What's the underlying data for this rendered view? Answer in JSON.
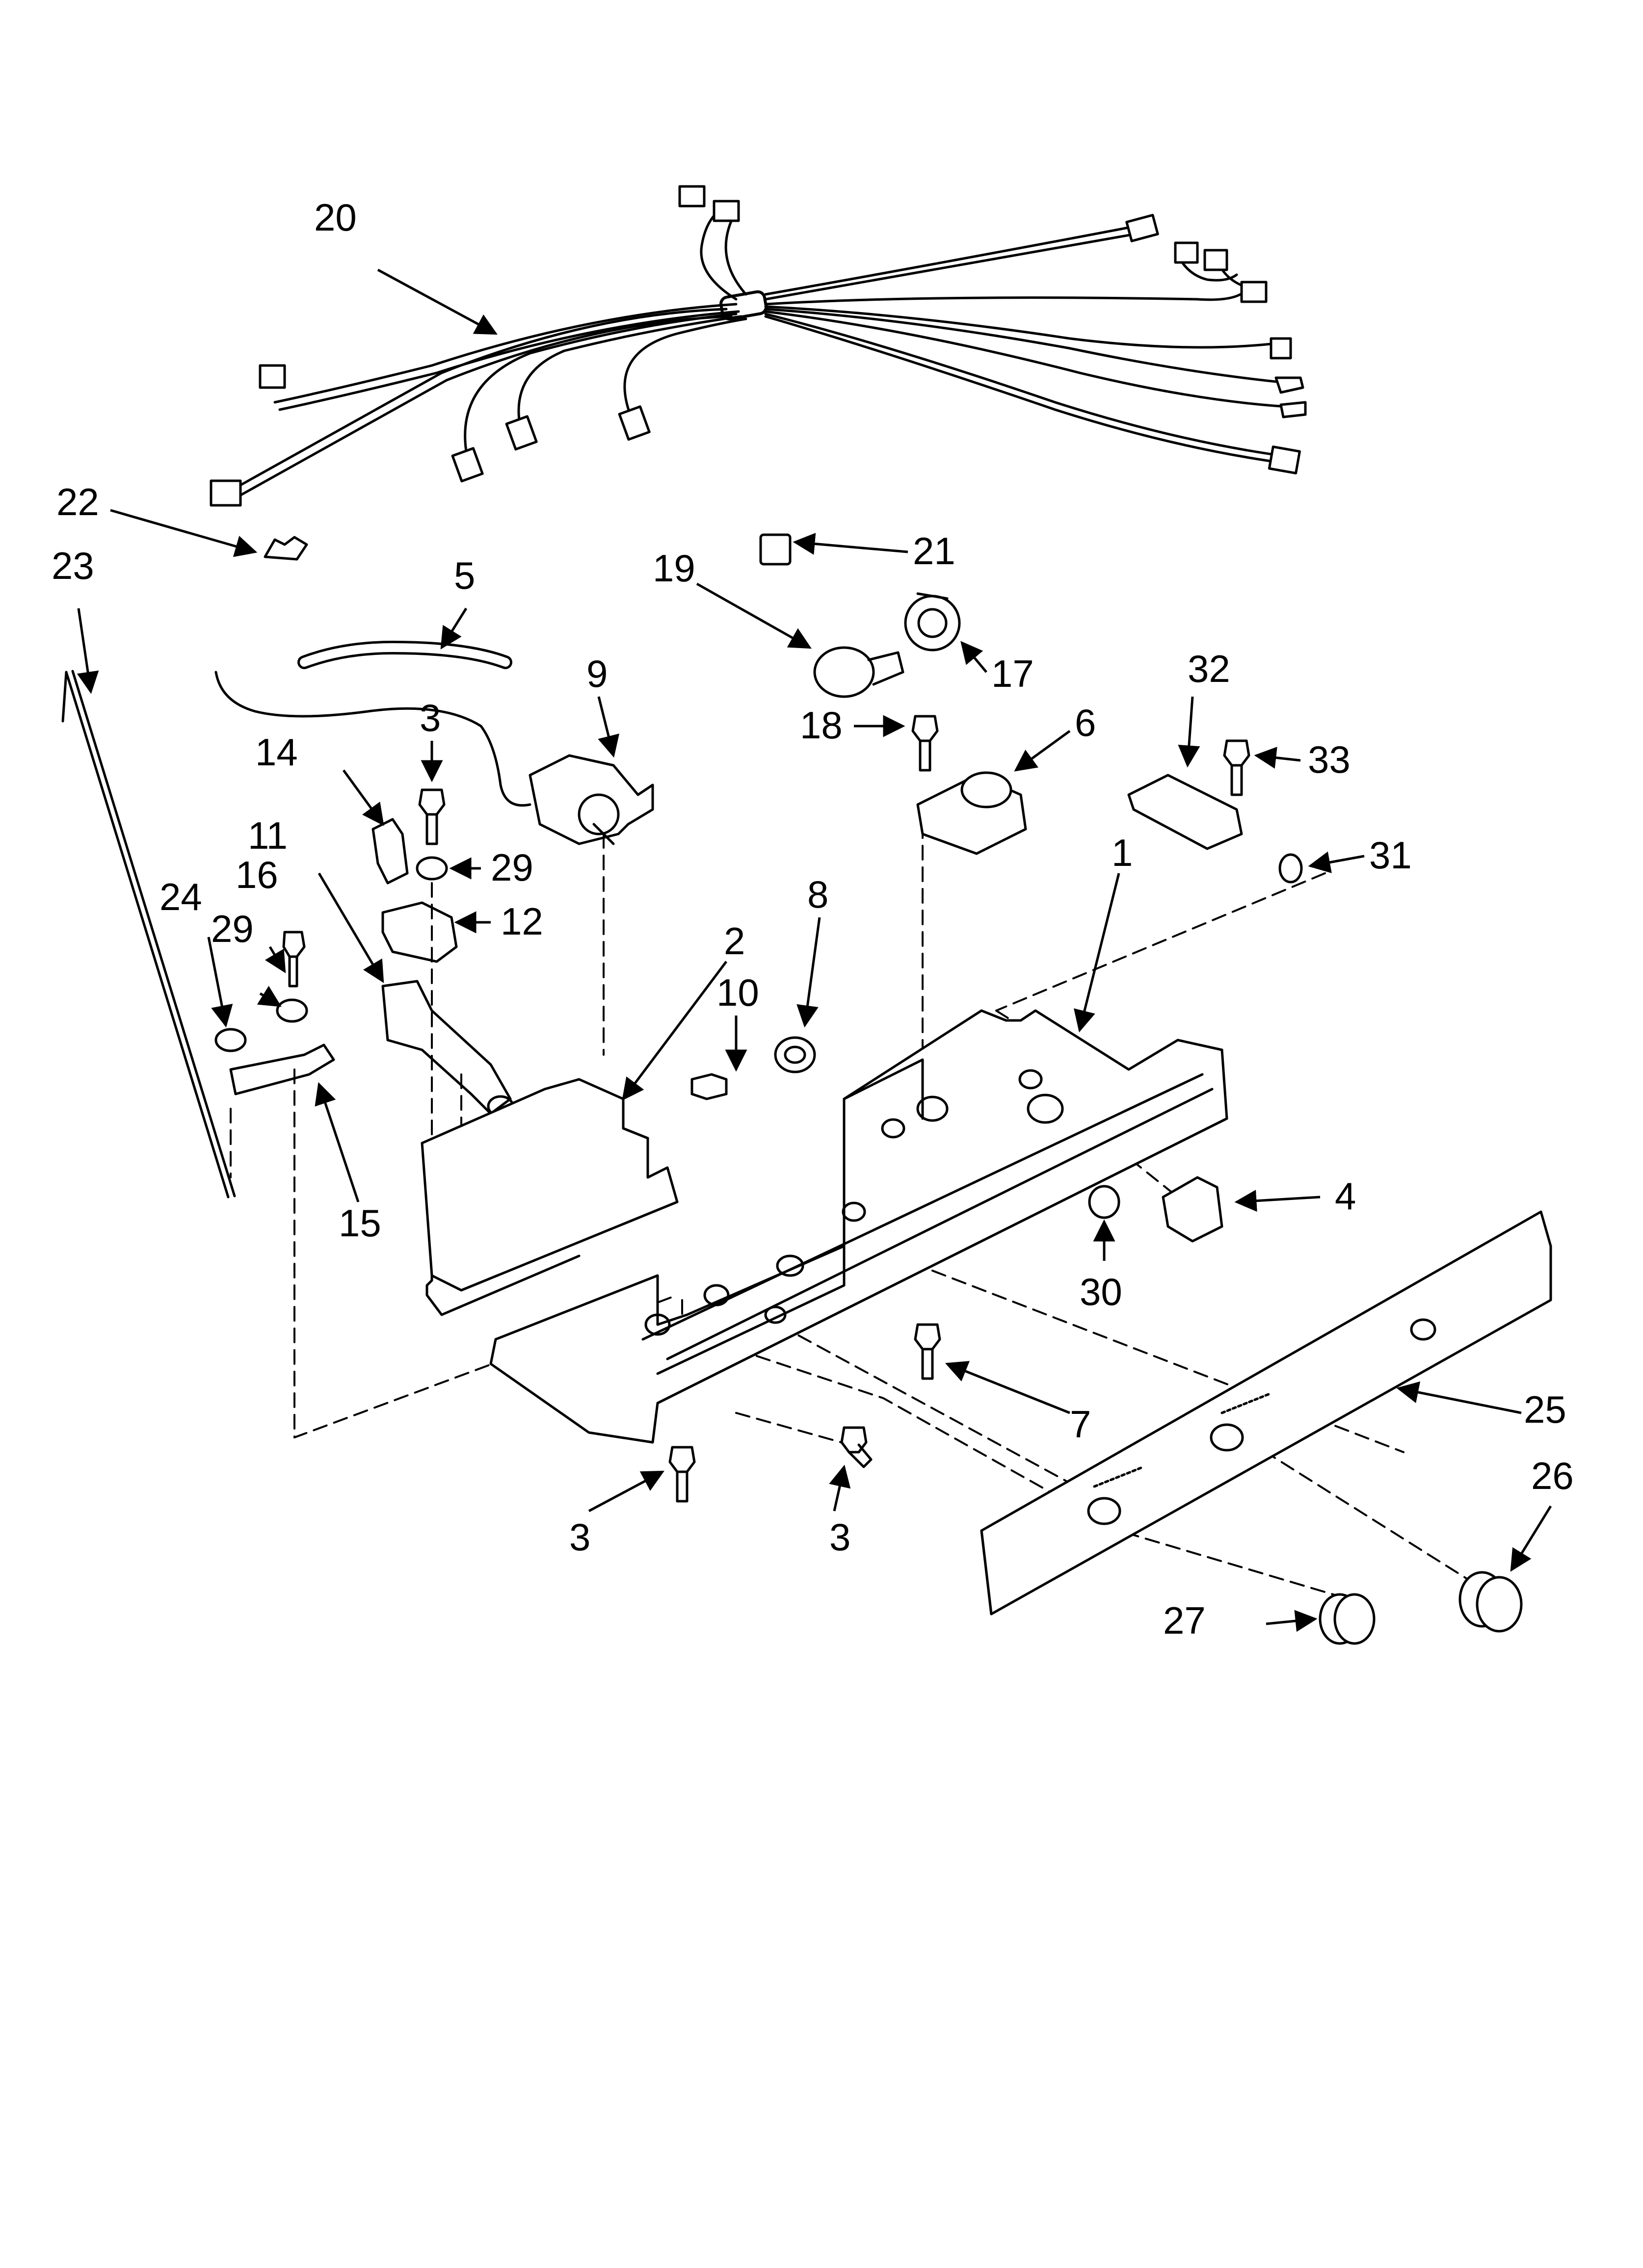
{
  "colors": {
    "line": "#000000",
    "background": "#ffffff",
    "light_fill": "#e6e6e6"
  },
  "callouts": [
    {
      "id": "20",
      "label": "20"
    },
    {
      "id": "22",
      "label": "22"
    },
    {
      "id": "23",
      "label": "23"
    },
    {
      "id": "5",
      "label": "5"
    },
    {
      "id": "9",
      "label": "9"
    },
    {
      "id": "3a",
      "label": "3"
    },
    {
      "id": "14",
      "label": "14"
    },
    {
      "id": "11",
      "label": "11"
    },
    {
      "id": "29a",
      "label": "29"
    },
    {
      "id": "12",
      "label": "12"
    },
    {
      "id": "24",
      "label": "24"
    },
    {
      "id": "16",
      "label": "16"
    },
    {
      "id": "29b",
      "label": "29"
    },
    {
      "id": "15",
      "label": "15"
    },
    {
      "id": "21",
      "label": "21"
    },
    {
      "id": "19",
      "label": "19"
    },
    {
      "id": "17",
      "label": "17"
    },
    {
      "id": "18",
      "label": "18"
    },
    {
      "id": "6",
      "label": "6"
    },
    {
      "id": "32",
      "label": "32"
    },
    {
      "id": "33",
      "label": "33"
    },
    {
      "id": "31",
      "label": "31"
    },
    {
      "id": "8",
      "label": "8"
    },
    {
      "id": "2",
      "label": "2"
    },
    {
      "id": "10",
      "label": "10"
    },
    {
      "id": "1",
      "label": "1"
    },
    {
      "id": "4",
      "label": "4"
    },
    {
      "id": "30",
      "label": "30"
    },
    {
      "id": "7",
      "label": "7"
    },
    {
      "id": "25",
      "label": "25"
    },
    {
      "id": "26",
      "label": "26"
    },
    {
      "id": "27",
      "label": "27"
    },
    {
      "id": "3b",
      "label": "3"
    },
    {
      "id": "3c",
      "label": "3"
    }
  ]
}
